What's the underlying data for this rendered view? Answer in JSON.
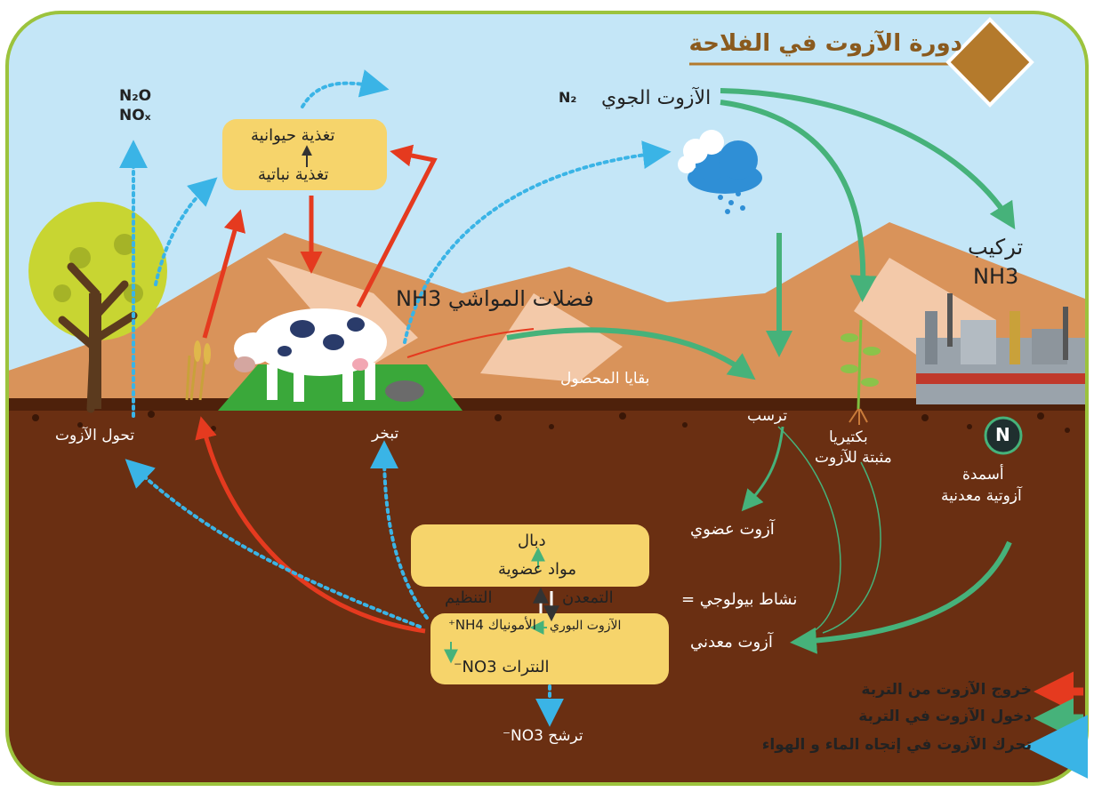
{
  "title": "دورة الآزوت في الفلاحة",
  "labels": {
    "n2o": "N₂O",
    "nox": "NOₓ",
    "atmospheric_n": "الآزوت الجوي",
    "n2": "N₂",
    "synthesis": "تركيب",
    "nh3_synthesis": "NH3",
    "livestock_waste": "فضلات المواشي NH3",
    "crop_residue": "بقايا المحصول",
    "deposition": "ترسب",
    "bacteria_1": "بكتيريا",
    "bacteria_2": "مثبتة للآزوت",
    "fertilizer_1": "أسمدة",
    "fertilizer_2": "آزوتية معدنية",
    "fertilizer_symbol": "N",
    "transformation": "تحول الآزوت",
    "evaporation": "تبخر",
    "organic_n": "آزوت عضوي",
    "bio_activity": "نشاط بيولوجي =",
    "mineral_n": "آزوت معدني",
    "leaching": "ترشح NO3⁻"
  },
  "boxes": {
    "nutrition": {
      "animal": "تغذية حيوانية",
      "plant": "تغذية نباتية"
    },
    "humus": {
      "humus": "دبال",
      "organic_matter": "مواد عضوية"
    },
    "regulation": {
      "organization": "التنظيم",
      "mineralization": "التمعدن"
    },
    "mineral": {
      "ammonium": "الأمونياك NH4⁺",
      "urea": "الآزوت البوري",
      "nitrate": "النترات NO3⁻"
    }
  },
  "legend": [
    {
      "text": "خروج الآزوت من التربة",
      "color": "#e53a1f"
    },
    {
      "text": "دخول الآزوت في التربة",
      "color": "#46b27a"
    },
    {
      "text": "تحرك الآزوت في إتجاه الماء و الهواء",
      "color": "#3ab4e6"
    }
  ],
  "colors": {
    "out": "#e53a1f",
    "in": "#46b27a",
    "move": "#3ab4e6",
    "sky": "#c4e6f7",
    "soil": "#6a2f12",
    "mountain": "#d9935a",
    "box": "#f6d46b",
    "frame": "#9cc33d",
    "diamond": "#b47a2c"
  }
}
